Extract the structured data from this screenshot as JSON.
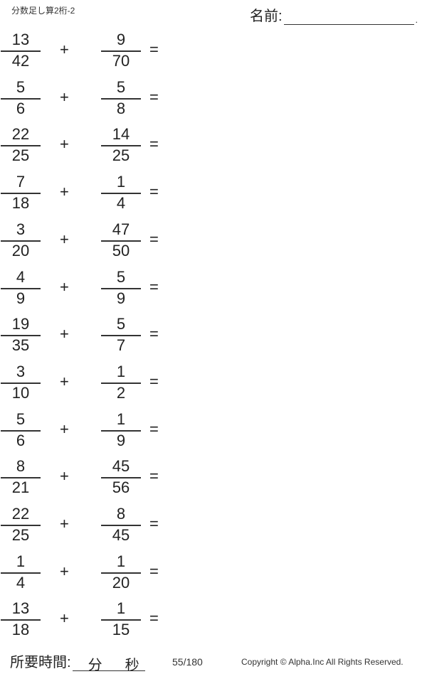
{
  "header": {
    "title": "分数足し算2桁-2",
    "name_label": "名前:",
    "name_end": "."
  },
  "operator": "+",
  "equals": "=",
  "problems": [
    {
      "a": [
        "13",
        "42"
      ],
      "b": [
        "9",
        "70"
      ]
    },
    {
      "a": [
        "5",
        "6"
      ],
      "b": [
        "5",
        "8"
      ]
    },
    {
      "a": [
        "22",
        "25"
      ],
      "b": [
        "14",
        "25"
      ]
    },
    {
      "a": [
        "7",
        "18"
      ],
      "b": [
        "1",
        "4"
      ]
    },
    {
      "a": [
        "3",
        "20"
      ],
      "b": [
        "47",
        "50"
      ]
    },
    {
      "a": [
        "4",
        "9"
      ],
      "b": [
        "5",
        "9"
      ]
    },
    {
      "a": [
        "19",
        "35"
      ],
      "b": [
        "5",
        "7"
      ]
    },
    {
      "a": [
        "3",
        "10"
      ],
      "b": [
        "1",
        "2"
      ]
    },
    {
      "a": [
        "5",
        "6"
      ],
      "b": [
        "1",
        "9"
      ]
    },
    {
      "a": [
        "8",
        "21"
      ],
      "b": [
        "45",
        "56"
      ]
    },
    {
      "a": [
        "22",
        "25"
      ],
      "b": [
        "8",
        "45"
      ]
    },
    {
      "a": [
        "1",
        "4"
      ],
      "b": [
        "1",
        "20"
      ]
    },
    {
      "a": [
        "13",
        "18"
      ],
      "b": [
        "1",
        "15"
      ]
    }
  ],
  "footer": {
    "time_label": "所要時間:",
    "minutes": "分",
    "seconds": "秒",
    "page": "55/180",
    "copyright": "Copyright ©  Alpha.Inc All Rights Reserved."
  }
}
